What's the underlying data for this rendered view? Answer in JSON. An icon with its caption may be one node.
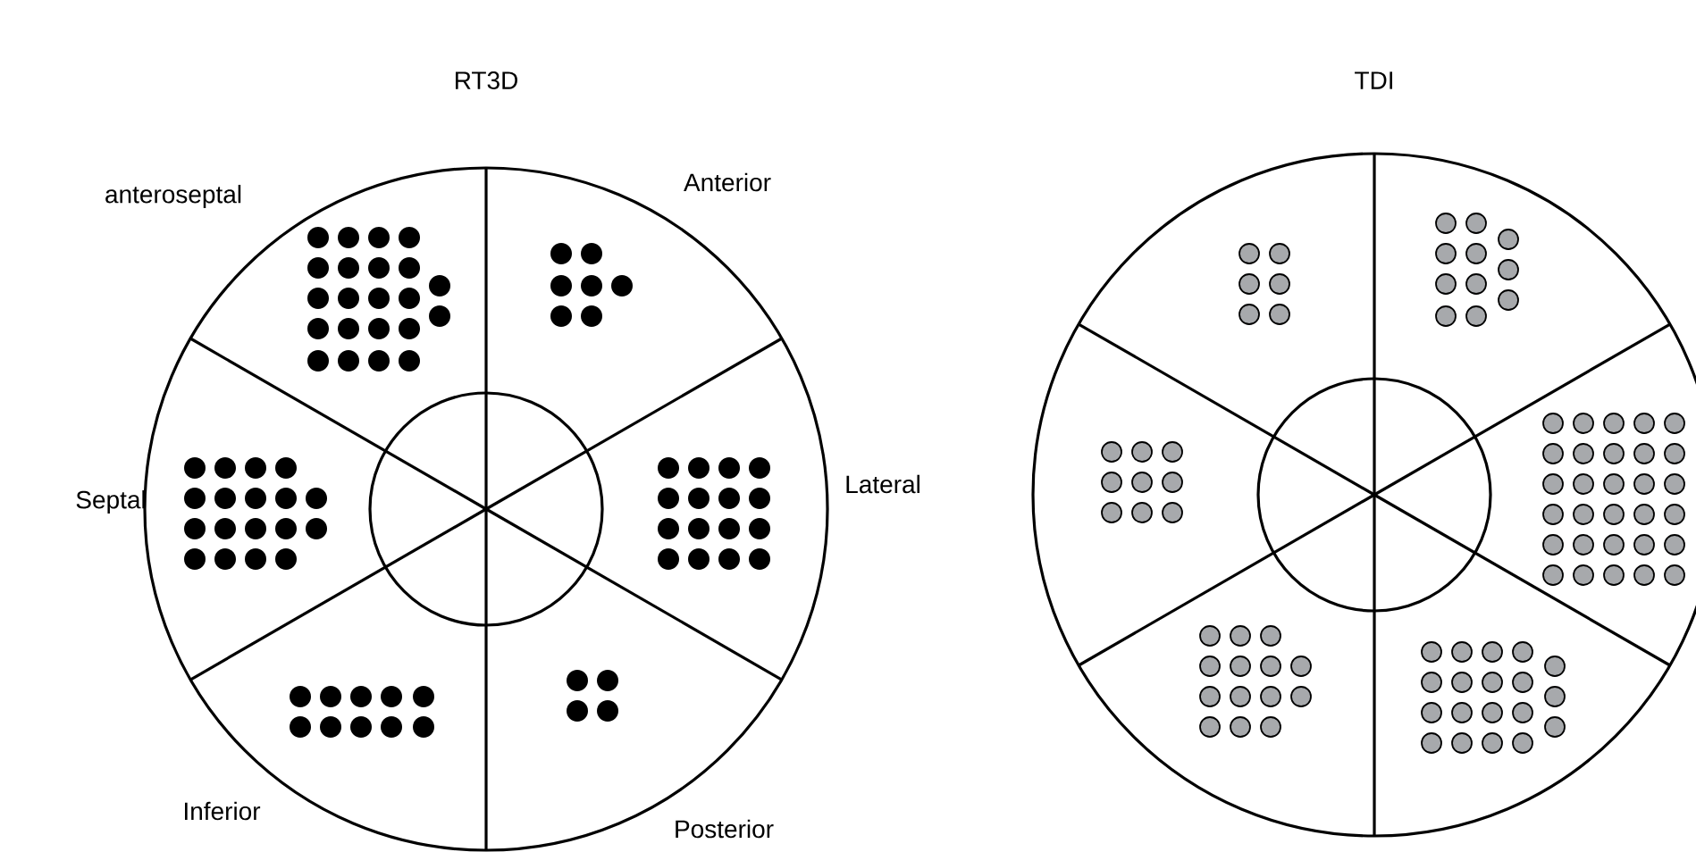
{
  "diagram": {
    "labels": [
      "RT3D",
      "TDI",
      "anteroseptal",
      "Anterior",
      "Lateral",
      "Septal",
      "Inferior",
      "Posterior"
    ]
  }
}
